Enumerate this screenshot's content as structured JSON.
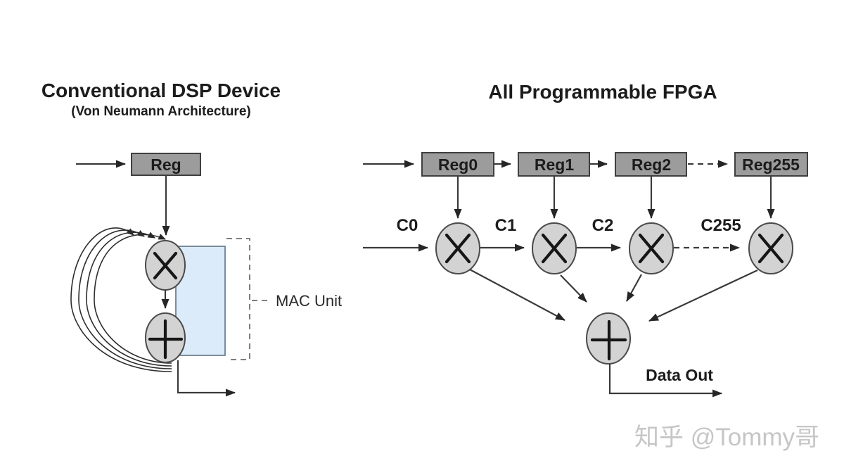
{
  "left": {
    "title": "Conventional DSP Device",
    "subtitle": "(Von Neumann Architecture)",
    "reg_label": "Reg",
    "mac_label": "MAC Unit",
    "symbols": {
      "multiply": "×",
      "add": "+"
    }
  },
  "right": {
    "title": "All Programmable FPGA",
    "registers": [
      "Reg0",
      "Reg1",
      "Reg2",
      "Reg255"
    ],
    "coefficients": [
      "C0",
      "C1",
      "C2",
      "C255"
    ],
    "data_out_label": "Data Out",
    "symbols": {
      "multiply": "×",
      "add": "+"
    }
  },
  "watermark": {
    "text": "知乎 @Tommy哥"
  },
  "colors": {
    "box-fill": "#9c9c9c",
    "box-stroke": "#3f3f3f",
    "node-fill": "#d3d3d3",
    "node-stroke": "#4a4a4a",
    "mac-fill": "#dcebfa",
    "mac-stroke": "#5f7282",
    "line": "#3a3a3a",
    "dash": "#7f7f7f",
    "text": "#1c1c1c",
    "watermark": "#c6c6c6"
  }
}
